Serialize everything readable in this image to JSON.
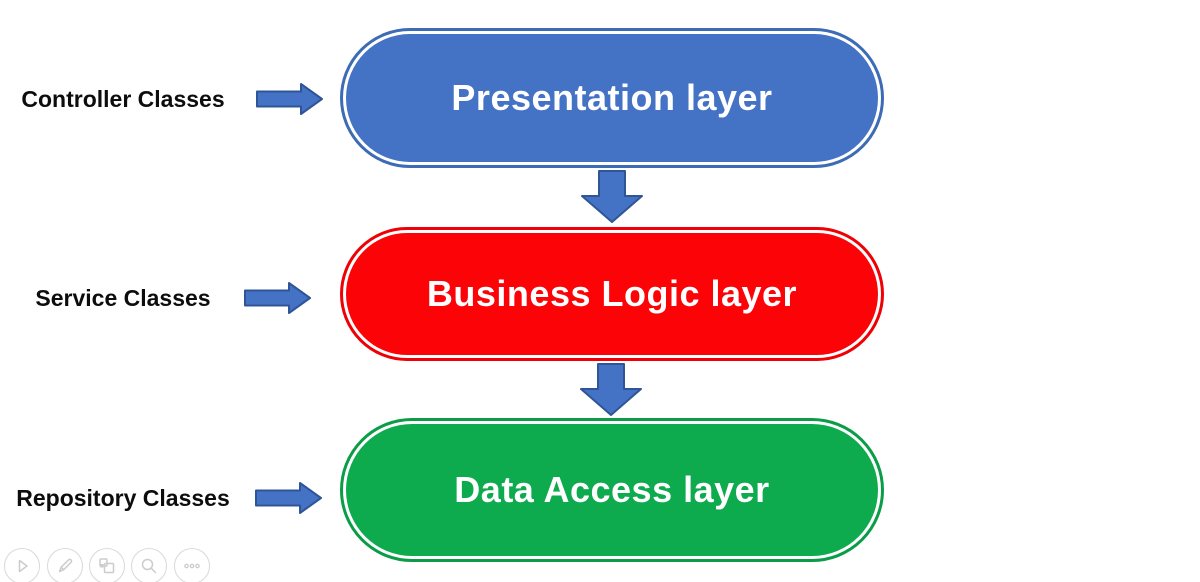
{
  "page": {
    "background": "#ffffff"
  },
  "diagram": {
    "rows": [
      {
        "label": "Controller Classes",
        "layer": "Presentation layer",
        "fill": "#4472C4",
        "border": "#3D6BB5",
        "text_color": "#ffffff"
      },
      {
        "label": "Service Classes",
        "layer": "Business Logic layer",
        "fill": "#FB0307",
        "border": "#EE0004",
        "text_color": "#ffffff"
      },
      {
        "label": "Repository Classes",
        "layer": "Data Access layer",
        "fill": "#0DAA4E",
        "border": "#0A9C47",
        "text_color": "#ffffff"
      }
    ],
    "label_text_color": "#0d0d0d",
    "arrow_fill": "#4472C4",
    "arrow_stroke": "#2F5597"
  },
  "toolbar": {
    "stroke_color": "#cccccc",
    "icons": [
      {
        "name": "play-icon"
      },
      {
        "name": "pen-icon"
      },
      {
        "name": "slides-icon"
      },
      {
        "name": "zoom-icon"
      },
      {
        "name": "more-options-icon"
      }
    ]
  }
}
